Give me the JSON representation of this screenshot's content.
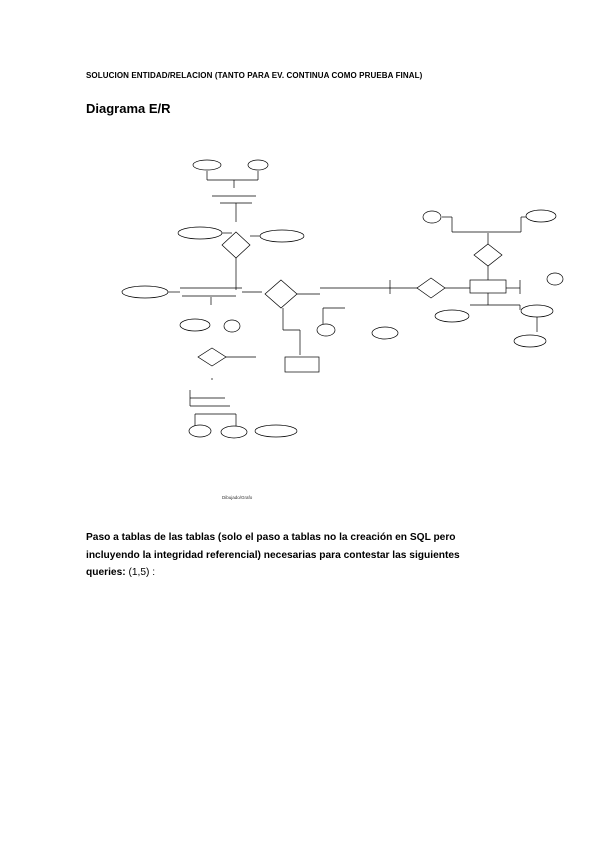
{
  "document": {
    "heading": "SOLUCION ENTIDAD/RELACION (TANTO PARA EV. CONTINUA COMO PRUEBA FINAL)",
    "title": "Diagrama E/R",
    "diagram_caption": "Dibujado/Grafo",
    "paragraph_bold": "Paso a tablas de las tablas (solo el paso a tablas no la creación en SQL pero incluyendo la integridad referencial)  necesarias para contestar las siguientes queries:",
    "paragraph_suffix": " (1,5) :"
  }
}
